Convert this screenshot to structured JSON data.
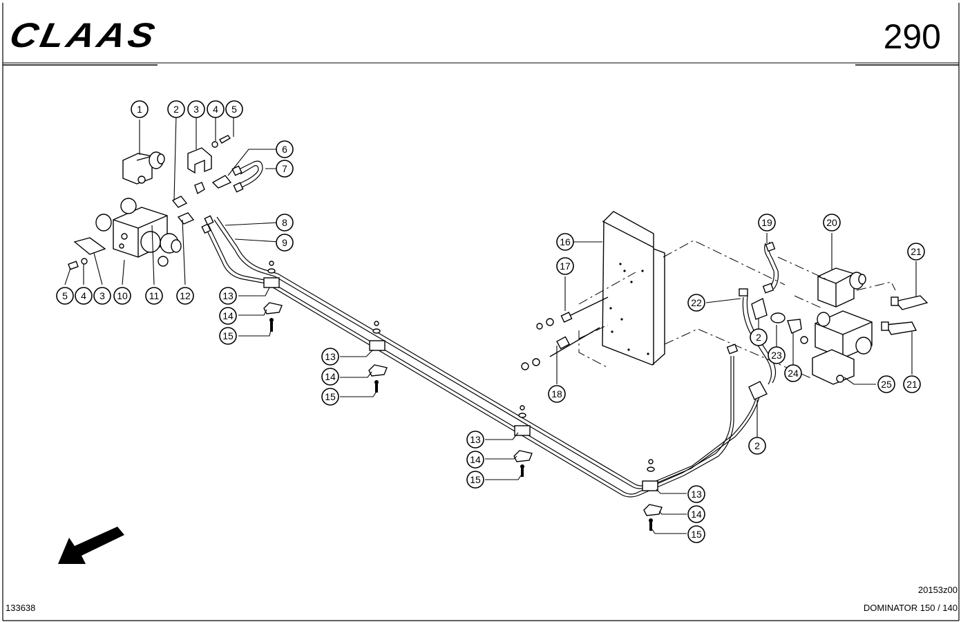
{
  "header": {
    "brand": "CLAAS",
    "page_number": "290"
  },
  "footer": {
    "left_code": "133638",
    "drawing_code": "20153z00",
    "model": "DOMINATOR 150 / 140"
  },
  "callouts": [
    "1",
    "2",
    "3",
    "4",
    "5",
    "6",
    "7",
    "8",
    "9",
    "10",
    "11",
    "12",
    "13",
    "14",
    "15",
    "16",
    "17",
    "18",
    "19",
    "20",
    "21",
    "22",
    "23",
    "24",
    "25"
  ]
}
